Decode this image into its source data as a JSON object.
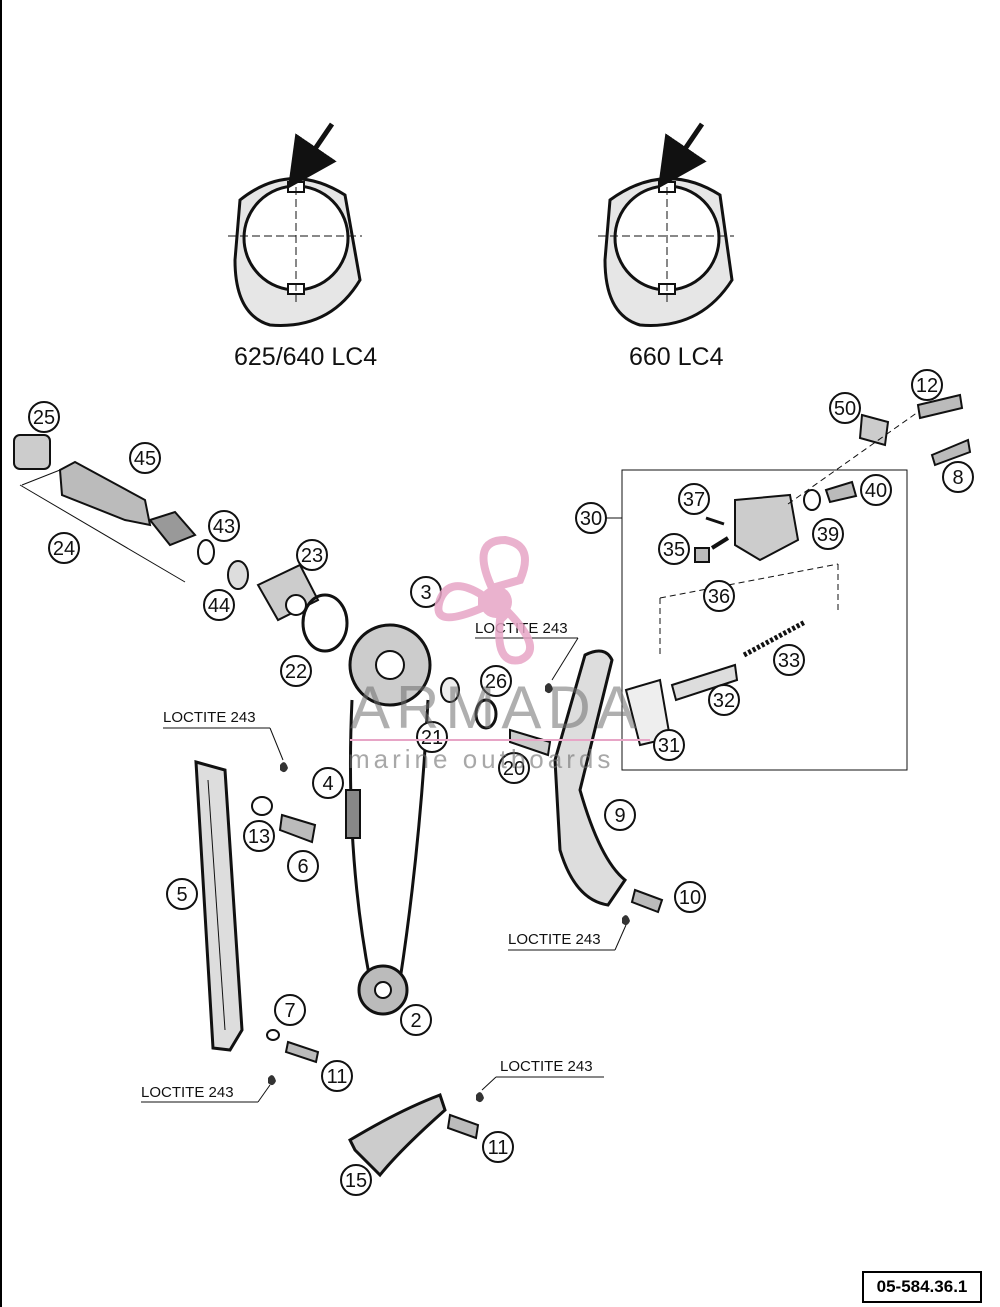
{
  "variants": [
    {
      "label": "625/640 LC4"
    },
    {
      "label": "660 LC4"
    }
  ],
  "callouts": [
    "25",
    "45",
    "24",
    "43",
    "44",
    "23",
    "22",
    "3",
    "26",
    "21",
    "20",
    "4",
    "13",
    "6",
    "5",
    "7",
    "11",
    "11",
    "2",
    "15",
    "9",
    "10",
    "12",
    "50",
    "8",
    "40",
    "37",
    "35",
    "36",
    "39",
    "30",
    "33",
    "32",
    "31"
  ],
  "loctite": {
    "label1": "LOCTITE 243",
    "label2": "LOCTITE 243",
    "label3": "LOCTITE 243",
    "label4": "LOCTITE 243",
    "label5": "LOCTITE 243"
  },
  "watermark": {
    "main": "ARMADA",
    "sub": "marine outboards",
    "accent": "#e7a5c6"
  },
  "reference": "05-584.36.1"
}
